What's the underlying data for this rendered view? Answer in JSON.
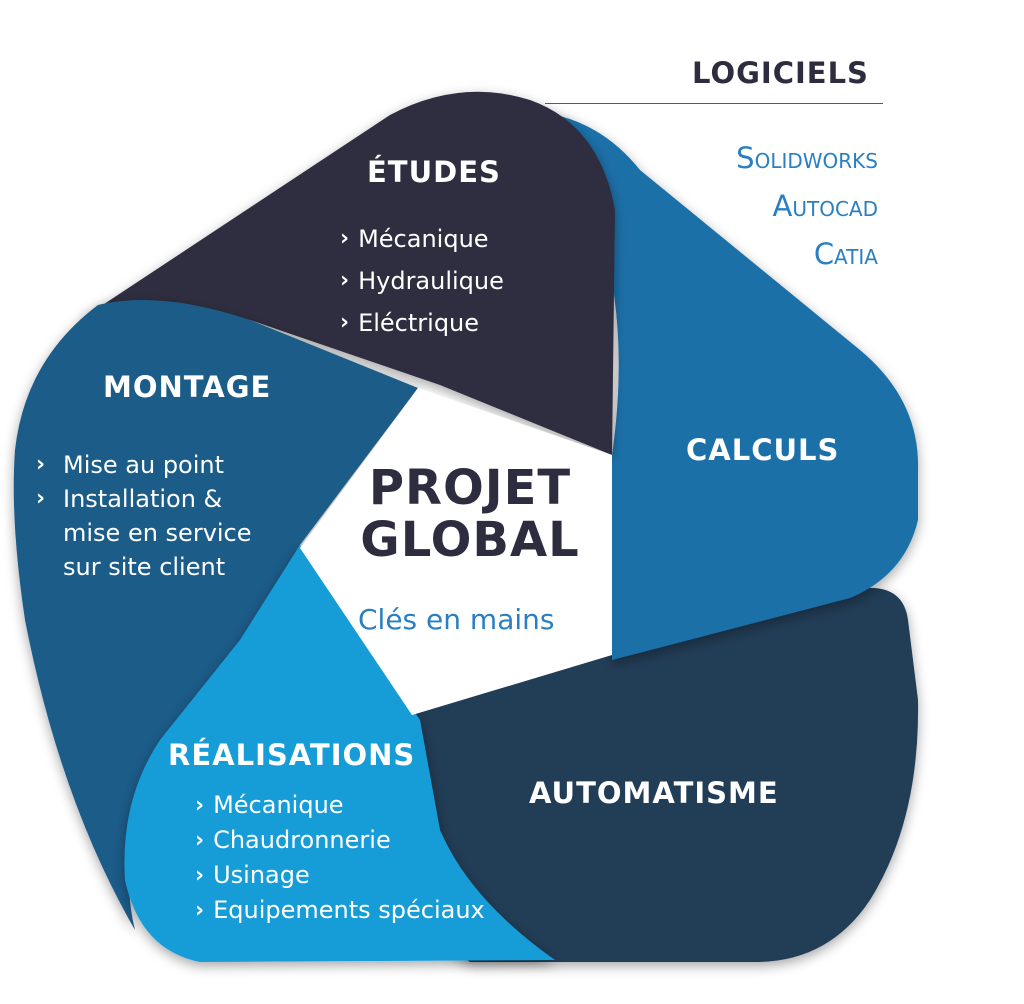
{
  "software": {
    "title": "LOGICIELS",
    "items": [
      "Solidworks",
      "Autocad",
      "Catia"
    ]
  },
  "center": {
    "title_line1": "PROJET",
    "title_line2": "GLOBAL",
    "subtitle": "Clés en mains"
  },
  "sections": {
    "etudes": {
      "title": "ÉTUDES",
      "items": [
        "Mécanique",
        "Hydraulique",
        "Eléctrique"
      ]
    },
    "calculs": {
      "title": "CALCULS"
    },
    "automatisme": {
      "title": "AUTOMATISME"
    },
    "realisations": {
      "title": "RÉALISATIONS",
      "items": [
        "Mécanique",
        "Chaudronnerie",
        "Usinage",
        "Equipements spéciaux"
      ]
    },
    "montage": {
      "title": "MONTAGE",
      "items": [
        "Mise au point",
        "Installation &",
        "mise en service",
        "sur site client"
      ]
    }
  },
  "colors": {
    "etudes": "#2f2d41",
    "calculs": "#1c6fa8",
    "automatisme": "#233d57",
    "realisations": "#159dd8",
    "montage": "#1f5b89",
    "dark_text": "#2e2d40",
    "accent_blue": "#2a7fc2"
  },
  "icons": {
    "bullet": "chevron-right-icon"
  }
}
